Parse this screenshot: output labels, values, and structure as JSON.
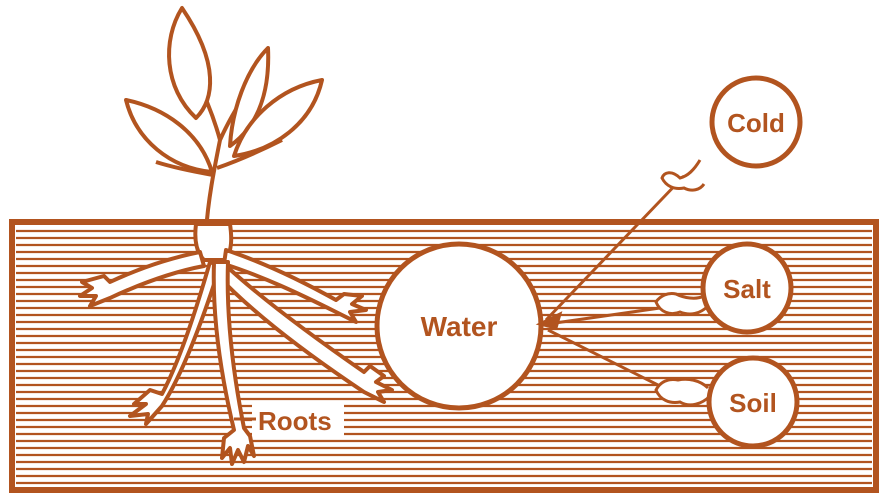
{
  "colors": {
    "ink": "#b2541f",
    "paper": "#ffffff"
  },
  "labels": {
    "water": "Water",
    "roots": "Roots",
    "cold": "Cold",
    "salt": "Salt",
    "soil": "Soil"
  }
}
